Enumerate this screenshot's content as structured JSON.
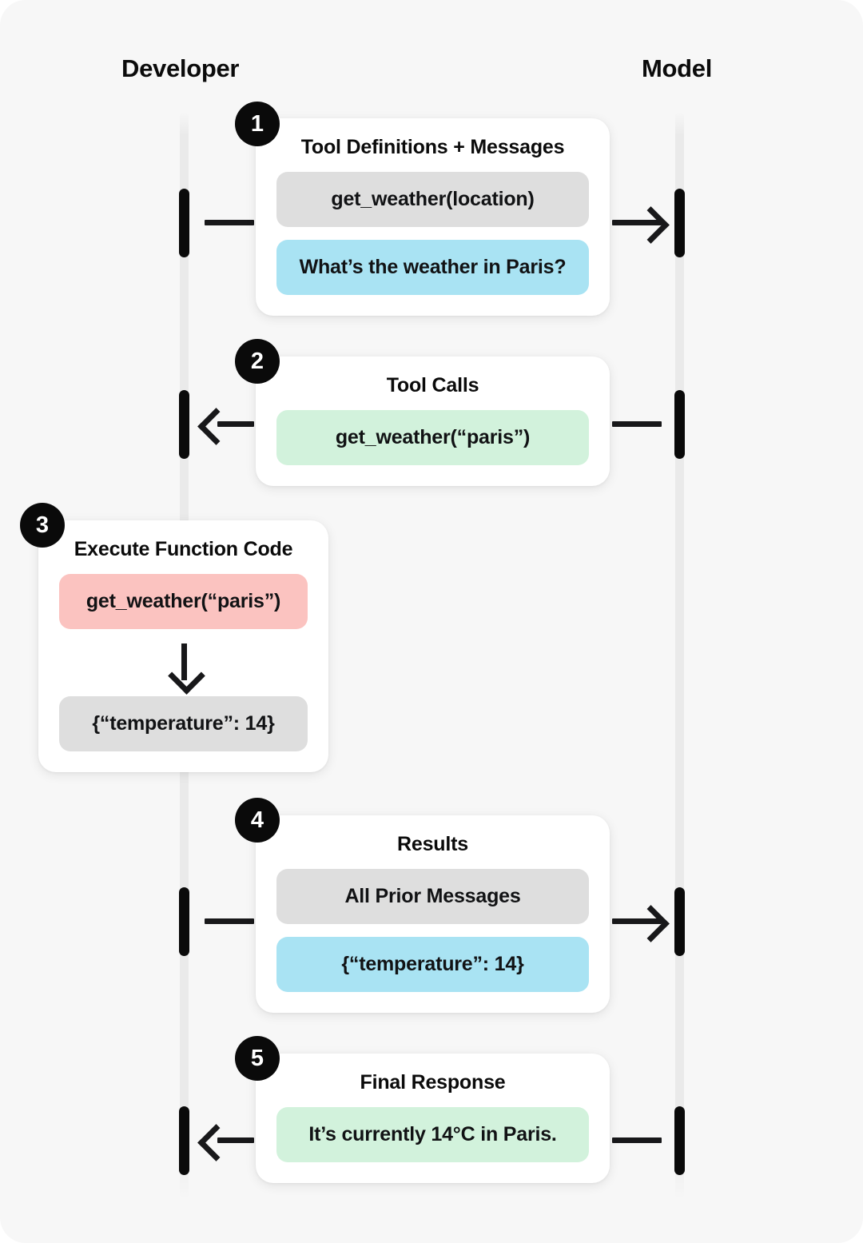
{
  "diagram": {
    "columns": {
      "left_label": "Developer",
      "right_label": "Model"
    },
    "colors": {
      "background": "#f7f7f7",
      "card": "#ffffff",
      "ink": "#0a0a0a",
      "lifeline": "#eaeaea",
      "pill_grey": "#dedede",
      "pill_blue": "#a9e3f3",
      "pill_green": "#d2f2dc",
      "pill_pink": "#fbc3c0"
    },
    "steps": [
      {
        "number": "1",
        "title": "Tool Definitions + Messages",
        "direction": "right",
        "rows": [
          {
            "text": "get_weather(location)",
            "color": "grey"
          },
          {
            "text": "What’s the weather in Paris?",
            "color": "blue"
          }
        ]
      },
      {
        "number": "2",
        "title": "Tool Calls",
        "direction": "left",
        "rows": [
          {
            "text": "get_weather(“paris”)",
            "color": "green"
          }
        ]
      },
      {
        "number": "3",
        "title": "Execute Function Code",
        "direction": "none",
        "rows": [
          {
            "text": "get_weather(“paris”)",
            "color": "pink"
          },
          {
            "text": "{“temperature”: 14}",
            "color": "grey"
          }
        ]
      },
      {
        "number": "4",
        "title": "Results",
        "direction": "right",
        "rows": [
          {
            "text": "All Prior Messages",
            "color": "grey"
          },
          {
            "text": "{“temperature”: 14}",
            "color": "blue"
          }
        ]
      },
      {
        "number": "5",
        "title": "Final Response",
        "direction": "left",
        "rows": [
          {
            "text": "It’s currently 14°C in Paris.",
            "color": "green"
          }
        ]
      }
    ]
  }
}
